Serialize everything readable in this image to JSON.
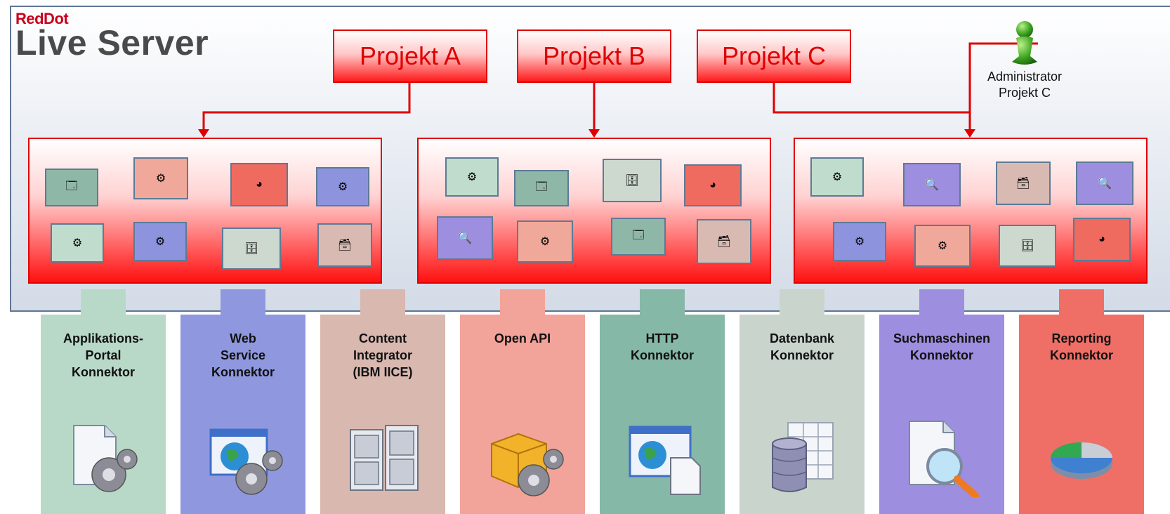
{
  "logo": {
    "brand": "RedDot",
    "product": "Live Server"
  },
  "projects": [
    {
      "label": "Projekt A"
    },
    {
      "label": "Projekt B"
    },
    {
      "label": "Projekt C"
    }
  ],
  "admin": {
    "label": "Administrator\nProjekt C",
    "icon": "user-icon"
  },
  "connectors": [
    {
      "label": "Applikations-\nPortal\nKonnektor",
      "icon": "document-gears-icon",
      "color": "#b9d9c8"
    },
    {
      "label": "Web\nService\nKonnektor",
      "icon": "globe-gears-icon",
      "color": "#8f98df"
    },
    {
      "label": "Content\nIntegrator\n(IBM IICE)",
      "icon": "file-cabinet-icon",
      "color": "#d9b8b0"
    },
    {
      "label": "Open API",
      "icon": "package-gears-icon",
      "color": "#f2a39a"
    },
    {
      "label": "HTTP\nKonnektor",
      "icon": "browser-document-icon",
      "color": "#86b8a7"
    },
    {
      "label": "Datenbank\nKonnektor",
      "icon": "database-icon",
      "color": "#c9d5cc"
    },
    {
      "label": "Suchmaschinen\nKonnektor",
      "icon": "search-document-icon",
      "color": "#9d8ee0"
    },
    {
      "label": "Reporting\nKonnektor",
      "icon": "pie-chart-icon",
      "color": "#ef6f67"
    }
  ],
  "colors": {
    "accent_red": "#e00000",
    "frame_blue": "#5f7694"
  }
}
